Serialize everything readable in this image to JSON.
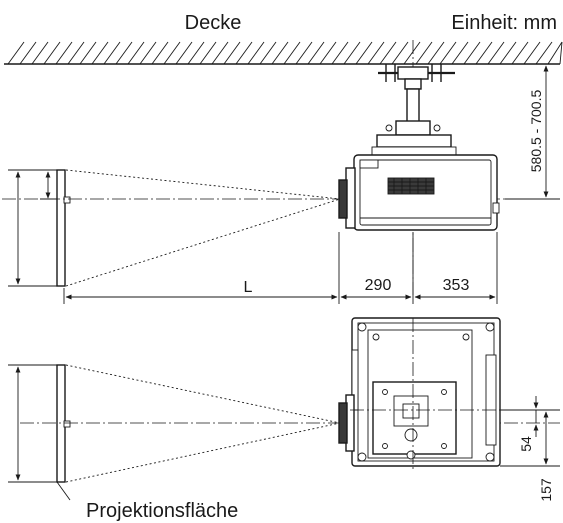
{
  "diagram": {
    "ceiling_label": "Decke",
    "unit_label": "Einheit: mm",
    "screen_label": "Projektionsfläche",
    "distance_label": "L",
    "dim_front": "290",
    "dim_rear": "353",
    "dim_drop": "580.5 - 700.5",
    "dim_offset_small": "54",
    "dim_offset_large": "157"
  }
}
